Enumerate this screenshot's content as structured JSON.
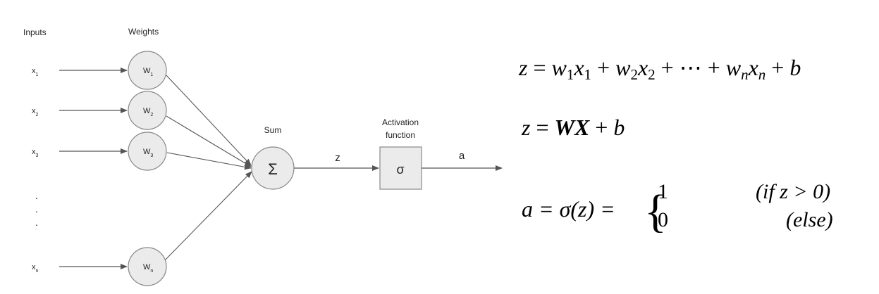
{
  "headers": {
    "inputs": "Inputs",
    "weights": "Weights",
    "sum": "Sum",
    "activation_line1": "Activation",
    "activation_line2": "function"
  },
  "inputs": [
    {
      "base": "x",
      "sub": "1"
    },
    {
      "base": "x",
      "sub": "2"
    },
    {
      "base": "x",
      "sub": "3"
    },
    {
      "base": "x",
      "sub": "n"
    }
  ],
  "weights": [
    {
      "base": "W",
      "sub": "1"
    },
    {
      "base": "W",
      "sub": "2"
    },
    {
      "base": "W",
      "sub": "3"
    },
    {
      "base": "W",
      "sub": "n"
    }
  ],
  "ellipsis": ".",
  "sum_symbol": "Σ",
  "z_label": "z",
  "activation_symbol": "σ",
  "output_label": "a",
  "equations": {
    "eq1": {
      "z": "z",
      "eq": " = ",
      "w1": "w",
      "w1_sub": "1",
      "x1": "x",
      "x1_sub": "1",
      "p1": " + ",
      "w2": "w",
      "w2_sub": "2",
      "x2": "x",
      "x2_sub": "2",
      "p2": " + ⋯ + ",
      "wn": "w",
      "wn_sub": "n",
      "xn": "x",
      "xn_sub": "n",
      "p3": " + ",
      "b": "b"
    },
    "eq2": {
      "z": "z",
      "eq": " = ",
      "WX": "WX",
      "plus": " + ",
      "b": "b"
    },
    "eq3": {
      "lhs": "a = σ(z) = ",
      "brace": "{",
      "case1_value": "1",
      "case1_condition": "(if z > 0)",
      "case2_value": "0",
      "case2_condition": "(else)"
    }
  }
}
